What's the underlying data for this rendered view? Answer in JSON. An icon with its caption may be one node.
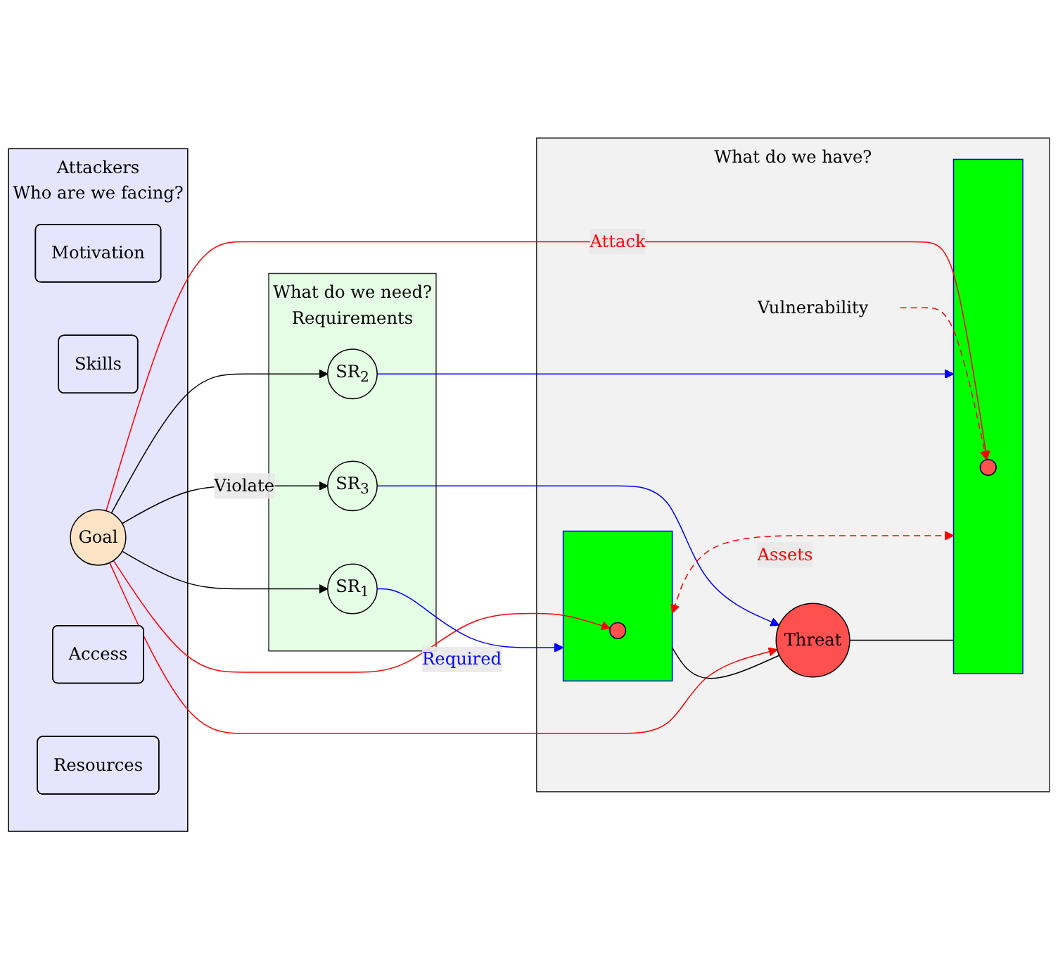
{
  "diagram": {
    "nodes": [
      {
        "text": [
          "What do we need?",
          "Requirements"
        ]
      },
      {
        "text": [
          "SR$_{1}$"
        ],
        "in": 0
      },
      {
        "text": [
          "SR$_{3}$"
        ],
        "in": 0
      },
      {
        "text": [
          "SR$_{2}$"
        ],
        "in": 0
      },
      {
        "text": [
          "Attackers",
          "Who are we facing?"
        ]
      },
      {
        "text": [
          "Motivation"
        ],
        "in": 4
      },
      {
        "text": [
          "Skills"
        ],
        "in": 4
      },
      {
        "text": [
          "Goal"
        ],
        "in": 4
      },
      {
        "text": [
          "Access"
        ],
        "in": 4
      },
      {
        "text": [
          "Resources"
        ],
        "in": 4
      },
      {
        "text": [
          "What do we have?"
        ]
      },
      {
        "text": [],
        "shape": "box",
        "in": 10
      },
      {
        "text": [],
        "shape": "circle",
        "in": 11
      },
      {
        "text": [
          "Threat"
        ],
        "in": 10
      },
      {
        "text": [],
        "shape": "box",
        "in": 10
      },
      {
        "text": [],
        "shape": "circle",
        "in": 14
      },
      {
        "text": [
          "Vulnerability"
        ],
        "in": 10
      }
    ],
    "edges": [
      {
        "from": 7,
        "to": 2,
        "arrow": "to",
        "label": "Violate",
        "color": "#000000"
      },
      {
        "from": 7,
        "to": 1,
        "arrow": "to",
        "color": "#000000"
      },
      {
        "from": 7,
        "to": 3,
        "arrow": "to",
        "color": "#000000"
      },
      {
        "from": 1,
        "to": 11,
        "arrow": "to",
        "label": "Required",
        "color": "#0000ff"
      },
      {
        "from": 2,
        "to": 13,
        "arrow": "to",
        "color": "#0000ff"
      },
      {
        "from": 3,
        "to": 14,
        "arrow": "to",
        "color": "#0000ff"
      },
      {
        "from": 7,
        "to": 12,
        "arrow": "to",
        "color": "#ff0000"
      },
      {
        "from": 7,
        "to": 13,
        "arrow": "to",
        "color": "#ff0000"
      },
      {
        "from": 7,
        "to": 15,
        "arrow": "to",
        "label": "Attack",
        "color": "#ff0000"
      },
      {
        "from": 11,
        "to": 14,
        "arrow": "both",
        "label": "Assets",
        "style": "dashed",
        "color": "#ff0000"
      },
      {
        "from": 16,
        "to": 15,
        "arrow": "to",
        "style": "dashed",
        "color": "#ff0000"
      },
      {
        "from": 11,
        "to": 13,
        "arrow": "none",
        "color": "#000000"
      },
      {
        "from": 13,
        "to": 14,
        "arrow": "none",
        "color": "#000000"
      }
    ]
  }
}
